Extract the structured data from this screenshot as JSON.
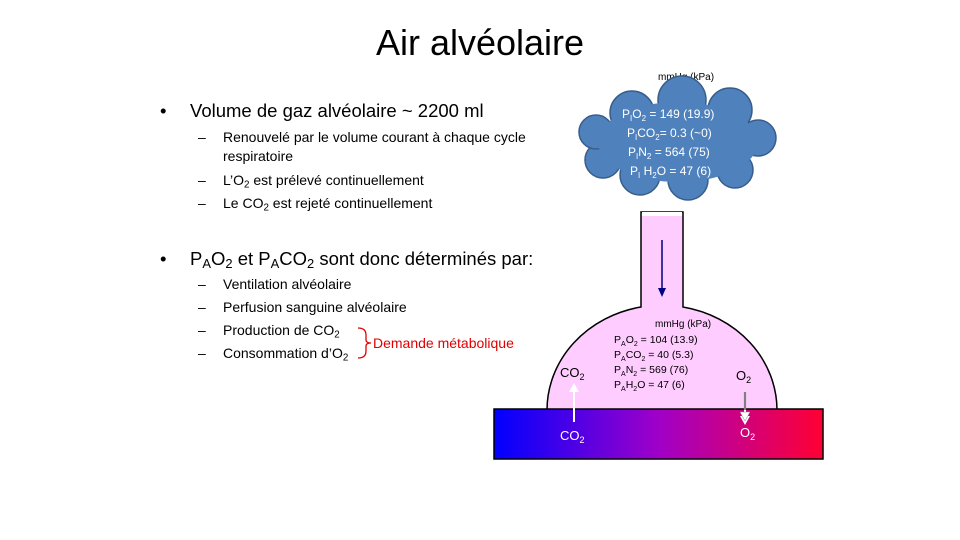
{
  "title": "Air alvéolaire",
  "bullet1": {
    "text": "Volume de gaz alvéolaire ~ 2200 ml",
    "sub": [
      "Renouvelé par le volume courant à chaque cycle respiratoire",
      "L’O2 est prélevé continuellement",
      "Le CO2 est rejeté continuellement"
    ]
  },
  "bullet2": {
    "text": "PAO2 et PACO2 sont donc déterminés par:",
    "sub": [
      "Ventilation alvéolaire",
      "Perfusion sanguine alvéolaire",
      "Production de CO2",
      "Consommation d’O2"
    ]
  },
  "brace_label": "Demande métabolique",
  "cloud": {
    "unit": "mmHg (kPa)",
    "values": [
      "PIO2 = 149 (19.9)",
      "PICO2= 0.3 (~0)",
      "PIN2 = 564 (75)",
      "PI H2O = 47 (6)"
    ]
  },
  "alveolus": {
    "unit": "mmHg (kPa)",
    "values": [
      "PAO2 = 104 (13.9)",
      "PACO2 = 40 (5.3)",
      "PAN2 = 569 (76)",
      "PAH2O = 47 (6)"
    ],
    "co2_label": "CO2",
    "o2_label": "O2"
  },
  "capillary": {
    "co2_label": "CO2",
    "o2_label": "O2"
  },
  "colors": {
    "cloud_fill": "#4f81bd",
    "cloud_stroke": "#385d8a",
    "alveolus_fill": "#ffccff",
    "capillary_start": "#0000ff",
    "capillary_end": "#ff0033",
    "brace_red": "#e00000",
    "arrow_navy": "#000080"
  }
}
